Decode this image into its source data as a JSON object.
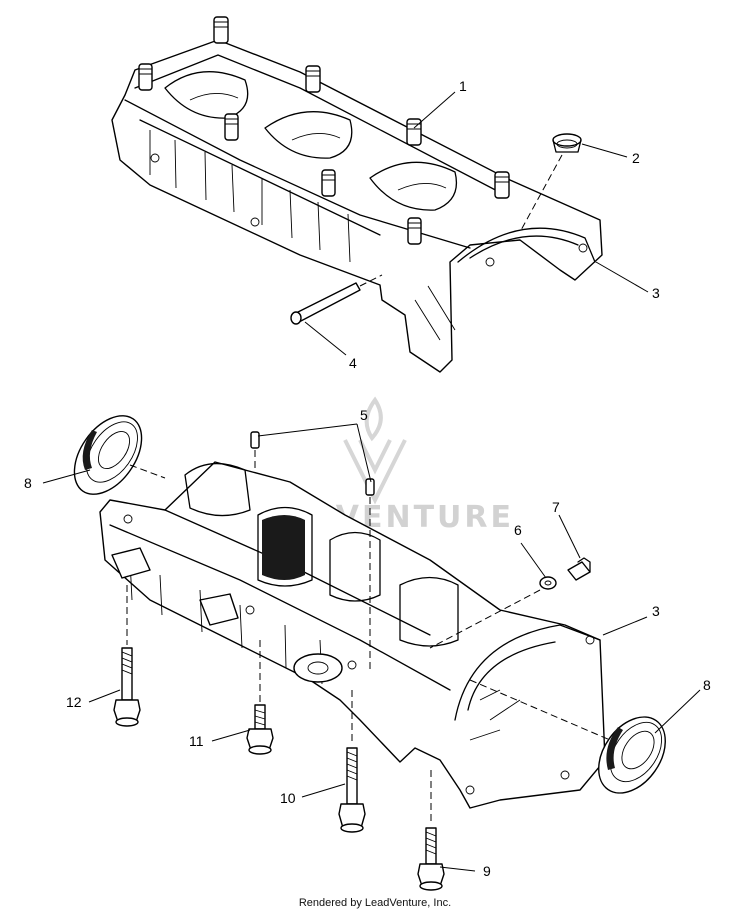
{
  "callouts": {
    "c1": "1",
    "c2": "2",
    "c3_top": "3",
    "c4": "4",
    "c5": "5",
    "c6": "6",
    "c7": "7",
    "c3_bottom": "3",
    "c8_left": "8",
    "c8_right": "8",
    "c9": "9",
    "c10": "10",
    "c11": "11",
    "c12": "12"
  },
  "watermark": "LEADVENTURE",
  "footer": "Rendered by LeadVenture, Inc."
}
